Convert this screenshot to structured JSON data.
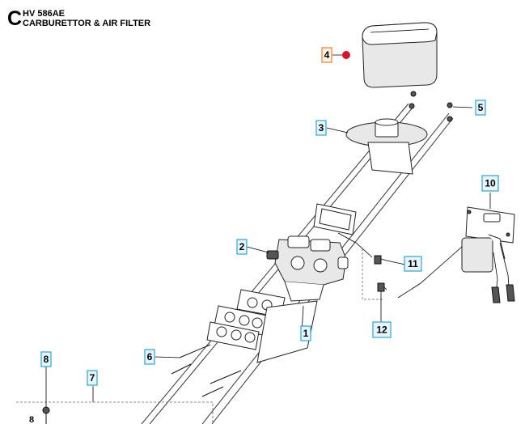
{
  "header": {
    "section_letter": "C",
    "model": "HV 586AE",
    "assembly": "CARBURETTOR & AIR FILTER"
  },
  "callouts": [
    {
      "id": "c1",
      "label": "1"
    },
    {
      "id": "c2",
      "label": "2"
    },
    {
      "id": "c3",
      "label": "3"
    },
    {
      "id": "c4",
      "label": "4",
      "highlighted": true
    },
    {
      "id": "c5",
      "label": "5"
    },
    {
      "id": "c6",
      "label": "6"
    },
    {
      "id": "c7",
      "label": "7"
    },
    {
      "id": "c8",
      "label": "8"
    },
    {
      "id": "c10",
      "label": "10"
    },
    {
      "id": "c11",
      "label": "11"
    },
    {
      "id": "c12",
      "label": "12"
    }
  ],
  "colors": {
    "callout_border": "#2aa7d6",
    "highlight_border": "#e8802a",
    "highlight_dot": "#e0102a"
  }
}
